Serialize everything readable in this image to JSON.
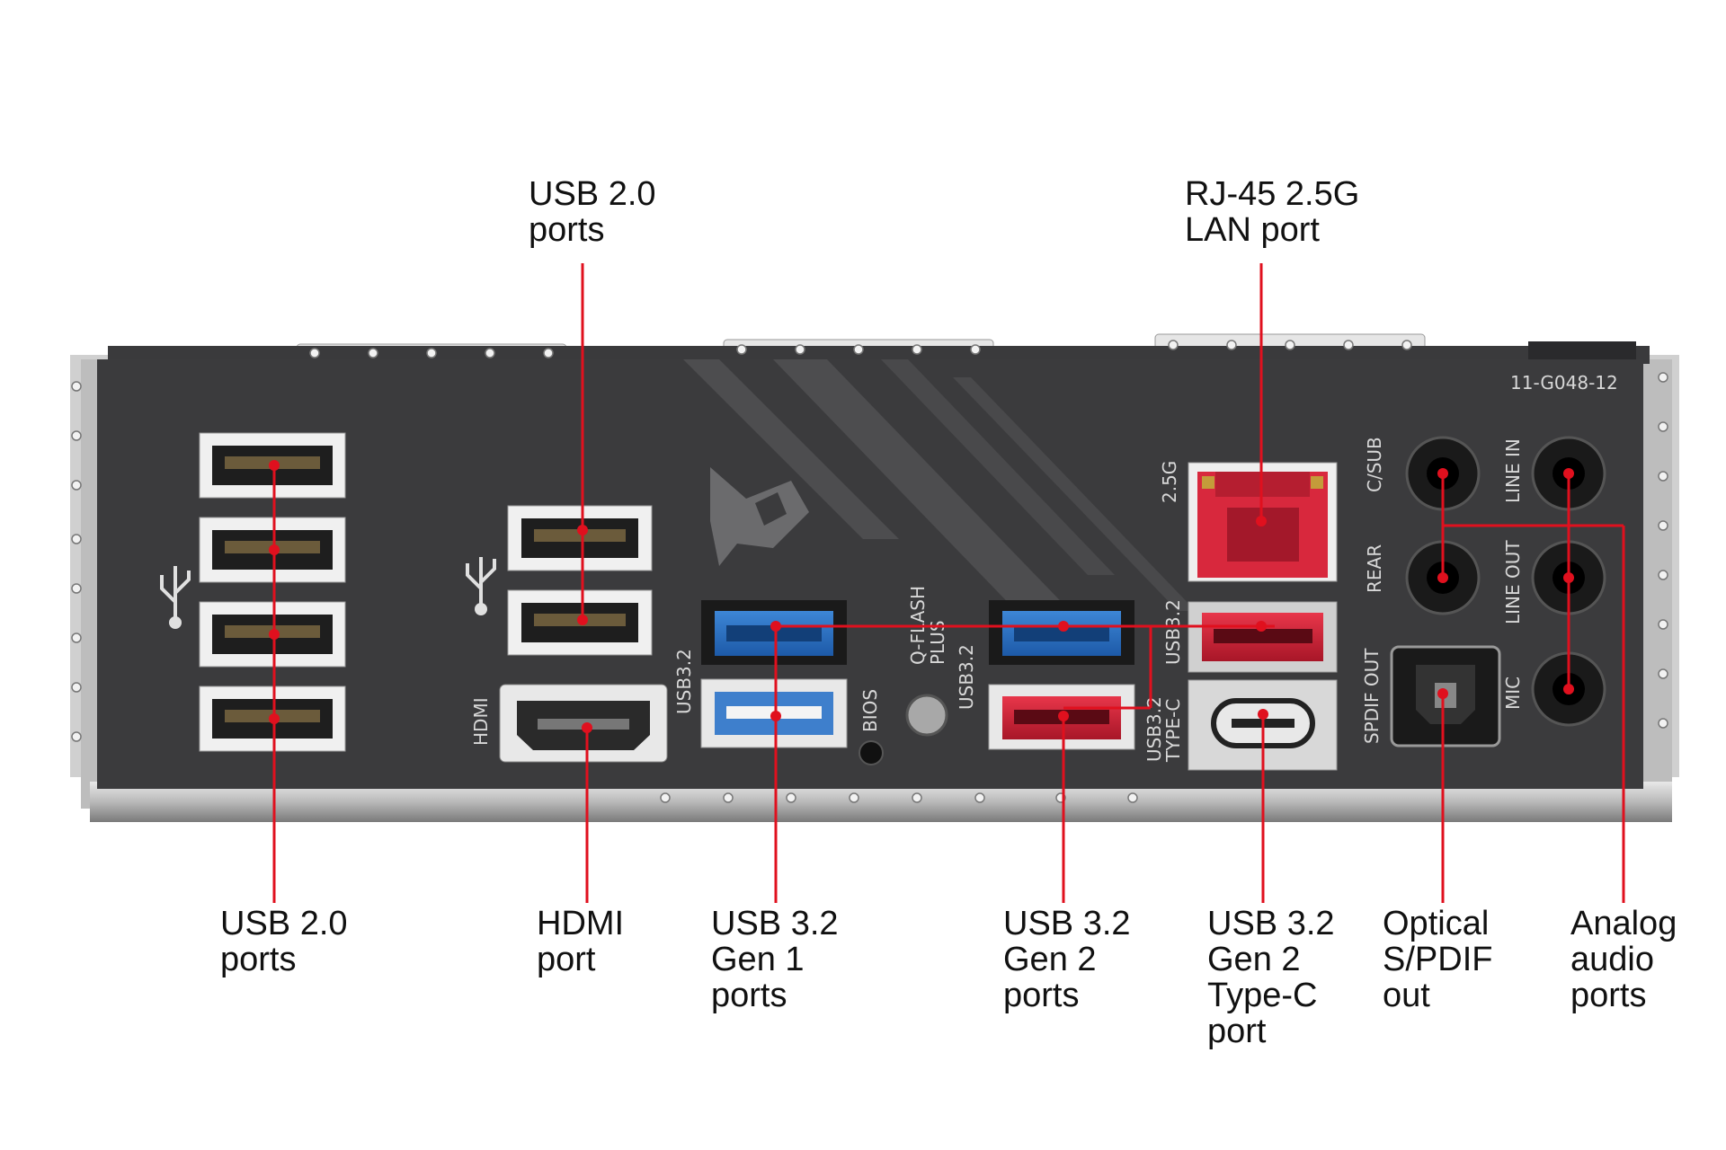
{
  "panel": {
    "part_number": "11-G048-12",
    "silkscreen": {
      "usb32_left": "USB3.2",
      "hdmi": "HDMI",
      "bios": "BIOS",
      "qflash": "Q-FLASH",
      "plus": "PLUS",
      "usb32_mid": "USB3.2",
      "usb32_typec_a": "USB3.2",
      "usb32_typec_b": "TYPE-C",
      "usb32_right": "USB3.2",
      "lan_speed": "2.5G",
      "spdif": "SPDIF OUT",
      "csub": "C/SUB",
      "rear": "REAR",
      "line_in": "LINE IN",
      "line_out": "LINE OUT",
      "mic": "MIC"
    },
    "accent_color": "#e0101e"
  },
  "callouts": {
    "usb20_top": [
      "USB 2.0",
      "ports"
    ],
    "rj45": [
      "RJ-45 2.5G",
      "LAN port"
    ],
    "usb20_left": [
      "USB 2.0",
      "ports"
    ],
    "hdmi": [
      "HDMI",
      "port"
    ],
    "usb32_gen1": [
      "USB 3.2",
      "Gen 1",
      "ports"
    ],
    "usb32_gen2": [
      "USB 3.2",
      "Gen 2",
      "ports"
    ],
    "usb32_typec": [
      "USB 3.2",
      "Gen 2",
      "Type-C",
      "port"
    ],
    "spdif": [
      "Optical",
      "S/PDIF",
      "out"
    ],
    "analog": [
      "Analog",
      "audio",
      "ports"
    ]
  }
}
